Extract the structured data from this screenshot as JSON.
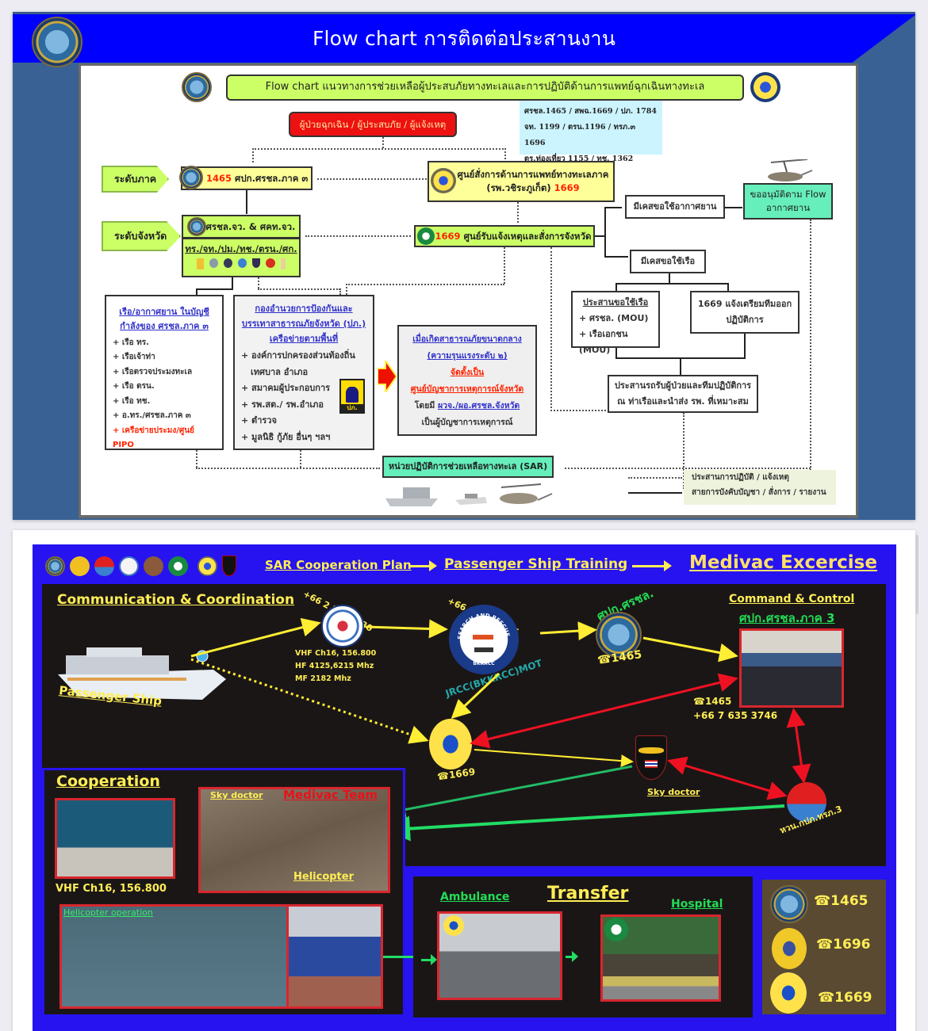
{
  "slide1": {
    "header_title": "Flow chart การติดต่อประสานงาน",
    "chart_title": "Flow chart แนวทางการช่วยเหลือผู้ประสบภัยทางทะเลและการปฏิบัติด้านการแพทย์ฉุกเฉินทางทะเล",
    "origin_box": "ผู้ป่วยฉุกเฉิน / ผู้ประสบภัย / ผู้แจ้งเหตุ",
    "hotlines": [
      "ศรชล.1465  / สพฉ.1669 /  ปภ. 1784",
      "จท. 1199 / ตรน.1196 / ทรภ.๓ 1696",
      "ตร.ท่องเที่ยว 1155 / ทช. 1362"
    ],
    "levels": {
      "regional": "ระดับภาค",
      "provincial": "ระดับจังหวัด"
    },
    "regional_center": {
      "number": "1465",
      "label": "ศปก.ศรชล.ภาค ๓"
    },
    "medical_command": {
      "line1": "ศูนย์สั่งการด้านการแพทย์ทางทะเลภาค",
      "line2": "(รพ.วชิระภูเก็ต)",
      "number": "1669"
    },
    "provincial_center": {
      "top": "ศรชล.จว. & ศคท.จว.",
      "bottom": "ทร./จท./ปม./ทช./ตรน./ศก."
    },
    "dispatch_1669": {
      "number": "1669",
      "label": "ศูนย์รับแจ้งเหตุและสั่งการจังหวัด"
    },
    "case_aircraft": "มีเคสขอใช้อากาศยาน",
    "approve_flow": {
      "line1": "ขออนุมัติตาม Flow",
      "line2": "อากาศยาน"
    },
    "case_boat": "มีเคสขอใช้เรือ",
    "coord_boat": {
      "title": "ประสานขอใช้เรือ",
      "items": [
        "+ ศรชล. (MOU)",
        "+ เรือเอกชน (MOU)"
      ]
    },
    "prepare_team": {
      "line1": "1669 แจ้งเตรียมทีมออก",
      "line2": "ปฏิบัติการ"
    },
    "receive_patient": {
      "line1": "ประสานรถรับผู้ป่วยและทีมปฏิบัติการ",
      "line2": "ณ ท่าเรือและนำส่ง รพ. ที่เหมาะสม"
    },
    "fleet_list": {
      "title1": "เรือ/อากาศยาน ในบัญชี",
      "title2": "กำลังของ ศรชล.ภาค ๓",
      "items": [
        "+ เรือ ทร.",
        "+ เรือเจ้าท่า",
        "+ เรือตรวจประมงทะเล",
        "+ เรือ ตรน.",
        "+ เรือ ทช.",
        "+ อ.ทร./ศรชล.ภาค ๓"
      ],
      "highlight": "+ เครือข่ายประมง/ศูนย์ PIPO"
    },
    "disaster_list": {
      "title1": "กองอำนวยการป้องกันและ",
      "title2": "บรรเทาสาธารณภัยจังหวัด (ปภ.)",
      "title3": "เครือข่ายตามพื้นที่",
      "items": [
        "+ องค์การปกครองส่วนท้องถิ่น",
        "   เทศบาล อำเภอ",
        "+ สมาคมผู้ประกอบการ",
        "+ รพ.สต./ รพ.อำเภอ",
        "+ ตำรวจ",
        "+ มูลนิธิ กู้ภัย อื่นๆ ฯลฯ"
      ],
      "logo_text": "ปภ."
    },
    "incident_box": {
      "line1": "เมื่อเกิดสาธารณภัยขนาดกลาง",
      "line2": "(ความรุนแรงระดับ ๒)",
      "line3": "จัดตั้งเป็น",
      "line4": "ศูนย์บัญชาการเหตุการณ์จังหวัด",
      "line5_prefix": "โดยมี ",
      "line5_link": "ผวจ./ผอ.ศรชล.จังหวัด",
      "line6": "เป็นผู้บัญชาการเหตุการณ์"
    },
    "sar_unit": "หน่วยปฏิบัติการช่วยเหลือทางทะเล (SAR)",
    "legend": {
      "dotted": "ประสานการปฏิบัติ / แจ้งเหตุ",
      "solid": "สายการบังคับบัญชา / สั่งการ / รายงาน"
    }
  },
  "slide2": {
    "header": {
      "step1": "SAR Cooperation Plan",
      "step2": "Passenger Ship Training",
      "step3": "Medivac Excercise"
    },
    "comm_title": "Communication & Coordination",
    "passenger_ship": "Passenger Ship",
    "bangkok_radio": {
      "phone": "+66 2 104 7030",
      "freqs": [
        "VHF Ch16, 156.800",
        "HF 4125,6215 Mhz",
        "MF 2182 Mhz"
      ]
    },
    "jrcc": {
      "phone": "+66 2 286 0506",
      "name": "JRCC(BKKRCC)MOT",
      "seal_text": "SEARCH AND RESCUE",
      "seal_sub": "BKKRCC"
    },
    "thai_mecc": {
      "name": "ศปก.ศรชล.",
      "phone": "☎1465"
    },
    "command": {
      "title": "Command & Control",
      "subtitle": "ศปก.ศรชล.ภาค 3",
      "phone1": "☎1465",
      "phone2": "+66 7 635 3746"
    },
    "niem": {
      "phone": "☎1669"
    },
    "sky_doctor": "Sky doctor",
    "naval_air": "หวน.กปภ.ทรภ.3",
    "cooperation": {
      "title": "Cooperation",
      "vhf": "VHF Ch16, 156.800",
      "sky_doctor": "Sky doctor",
      "medivac_team": "Medivac Team",
      "helicopter": "Helicopter",
      "heli_op": "Helicopter operation"
    },
    "transfer": {
      "title": "Transfer",
      "ambulance": "Ambulance",
      "hospital": "Hospital"
    },
    "hotlines": [
      "☎1465",
      "☎1696",
      "☎1669"
    ]
  }
}
